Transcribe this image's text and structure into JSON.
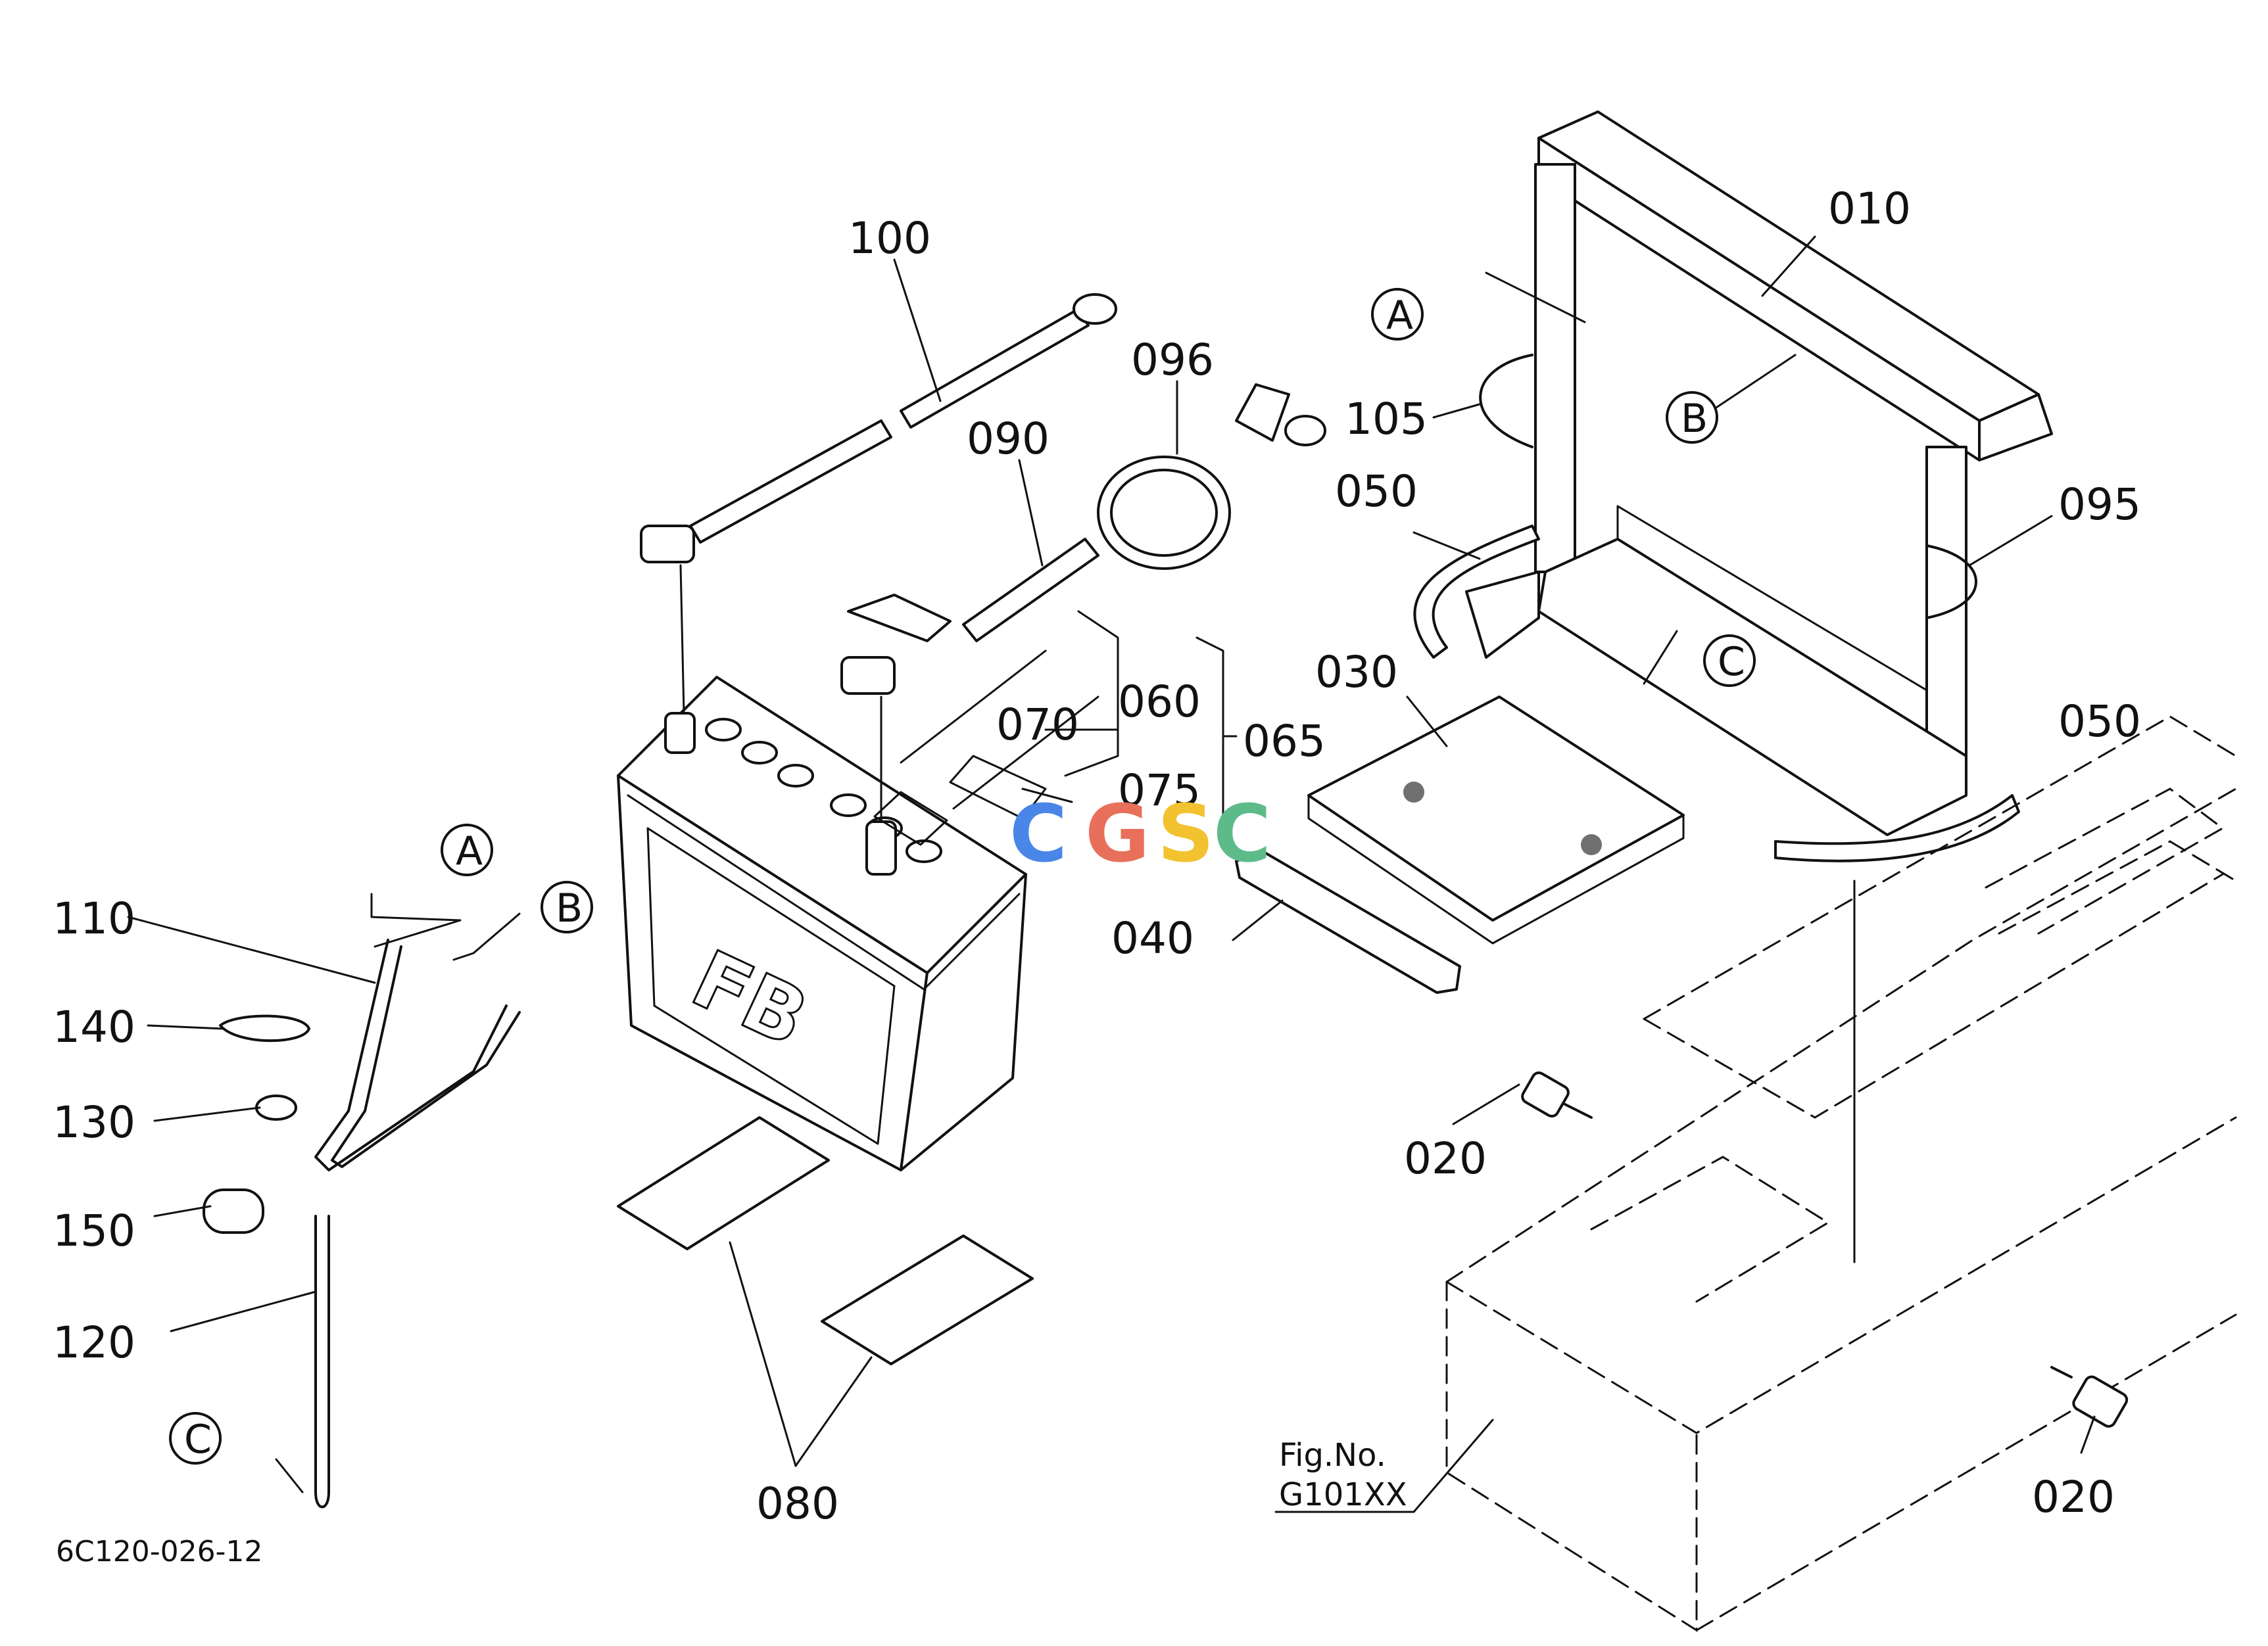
{
  "callouts": {
    "p100": "100",
    "p096": "096",
    "p090": "090",
    "p010": "010",
    "p105": "105",
    "p050a": "050",
    "p050b": "050",
    "p095": "095",
    "p030": "030",
    "p060": "060",
    "p065": "065",
    "p070": "070",
    "p075": "075",
    "p040": "040",
    "p110": "110",
    "p140": "140",
    "p130": "130",
    "p150": "150",
    "p120": "120",
    "p080": "080",
    "p020a": "020",
    "p020b": "020"
  },
  "refs": {
    "a": "A",
    "b": "B",
    "c": "C"
  },
  "battery_logo": "FB",
  "figure_ref": {
    "line1": "Fig.No.",
    "line2": "G101XX"
  },
  "drawing_code": "6C120-026-12",
  "watermark": {
    "letters": [
      "C",
      "G",
      "S",
      "C"
    ],
    "colors": [
      "#4a86e8",
      "#e8705a",
      "#f2c230",
      "#5dbb8a"
    ]
  }
}
